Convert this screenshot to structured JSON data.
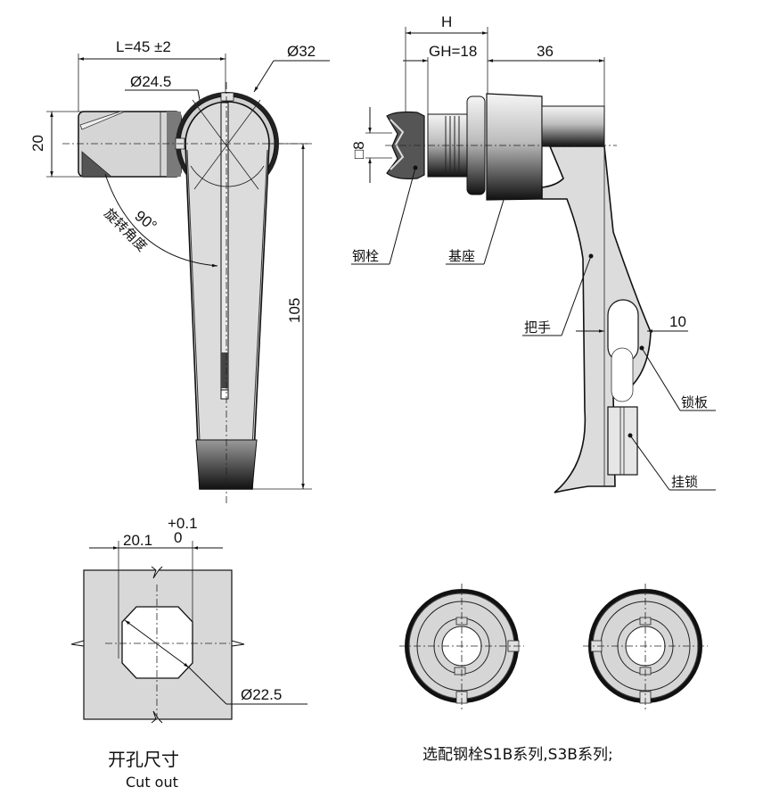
{
  "front_view": {
    "dim_length": "L=45 ±2",
    "dim_outer_diameter": "Ø32",
    "dim_inner_diameter": "Ø24.5",
    "dim_height": "20",
    "dim_handle_length": "105",
    "rotation_angle": "90°",
    "rotation_label": "旋转角度"
  },
  "side_view": {
    "dim_H": "H",
    "dim_GH": "GH=18",
    "dim_36": "36",
    "dim_square": "□8",
    "dim_10": "10",
    "labels": {
      "steel_bolt": "钢栓",
      "base": "基座",
      "handle": "把手",
      "lock_plate": "锁板",
      "padlock": "挂锁"
    }
  },
  "cutout": {
    "dim_width": "20.1",
    "tol_upper": "+0.1",
    "tol_lower": "0",
    "dim_diameter": "Ø22.5",
    "title_cn": "开孔尺寸",
    "title_en": "Cut out"
  },
  "bolt_options": {
    "caption": "选配钢栓S1B系列,S3B系列;"
  }
}
